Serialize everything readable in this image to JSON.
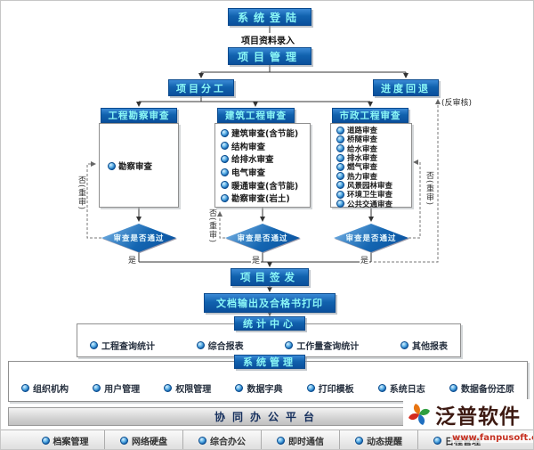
{
  "flow": {
    "login": "系统登陆",
    "entry_label": "项目资料录入",
    "project_mgmt": "项目管理",
    "division": "项目分工",
    "rollback": "进度回退",
    "anti_audit_note": "(反审核)",
    "issue": "项目签发",
    "doc_output": "文档输出及合格书打印"
  },
  "decision": {
    "label": "审查是否通过",
    "yes": "是",
    "no_retry": "否(重审)"
  },
  "review_groups": [
    {
      "title": "工程勘察审查",
      "items": [
        "勘察审查"
      ]
    },
    {
      "title": "建筑工程审查",
      "items": [
        "建筑审查(含节能)",
        "结构审查",
        "给排水审查",
        "电气审查",
        "暖通审查(含节能)",
        "勘察审查(岩土)"
      ]
    },
    {
      "title": "市政工程审查",
      "items": [
        "道路审查",
        "桥隧审查",
        "给水审查",
        "排水审查",
        "燃气审查",
        "热力审查",
        "风景园林审查",
        "环境卫生审查",
        "公共交通审查"
      ]
    }
  ],
  "stats_center": {
    "title": "统计中心",
    "items": [
      "工程查询统计",
      "综合报表",
      "工作量查询统计",
      "其他报表"
    ]
  },
  "system_mgmt": {
    "title": "系统管理",
    "items": [
      "组织机构",
      "用户管理",
      "权限管理",
      "数据字典",
      "打印模板",
      "系统日志",
      "数据备份还原"
    ]
  },
  "platform": {
    "title": "协同办公平台"
  },
  "bottom_nav": {
    "items": [
      "档案管理",
      "网络硬盘",
      "综合办公",
      "即时通信",
      "动态提醒",
      "日程管理"
    ]
  },
  "watermark": {
    "brand": "泛普软件",
    "site": "www.fanpusoft.com"
  },
  "icons": {
    "bullet": "circle-bullet-icon",
    "logo": "fanpu-pinwheel-logo"
  },
  "colors": {
    "node_blue": "#0d5aa8",
    "node_text": "#8af6f6",
    "line": "#333333",
    "dashed": "#777777"
  }
}
